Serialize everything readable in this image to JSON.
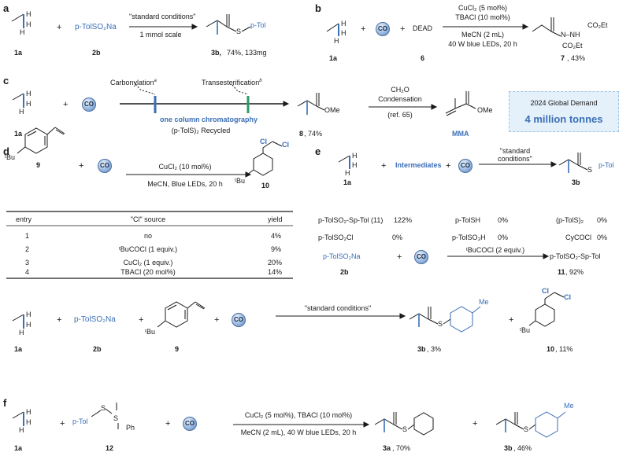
{
  "panels": {
    "a": {
      "label": "a",
      "methyl": "1a",
      "reagent": "p-TolSO₂Na",
      "reagent_id": "2b",
      "arrow_top": "\"standard conditions\"",
      "arrow_bottom": "1 mmol scale",
      "product_group": "S",
      "product_tol": "p-Tol",
      "product_id": "3b,",
      "product_yield": "74%, 133mg"
    },
    "b": {
      "label": "b",
      "methyl": "1a",
      "co": "CO",
      "reagent": "DEAD",
      "reagent_id": "6",
      "cond1": "CuCl₂ (5 mol%)",
      "cond2": "TBACl (10 mol%)",
      "cond3": "MeCN (2 mL)",
      "cond4": "40 W blue LEDs, 20 h",
      "nn": "N–NH",
      "co2et_1": "CO₂Et",
      "co2et_2": "CO₂Et",
      "product_id": "7",
      "product_yield": ", 43%"
    },
    "c": {
      "label": "c",
      "methyl": "1a",
      "co": "CO",
      "step1": "Carbonylation",
      "step1_sup": "a",
      "step2": "Transesterification",
      "step2_sup": "b",
      "chrom": "one column chromatography",
      "recycled": "(p-TolS)₂  Recycled",
      "ester_ome": "OMe",
      "ester_id": "8",
      "ester_yield": ", 74%",
      "cond_top1": "CH₂O",
      "cond_top2": "Condensation",
      "ref": "(ref. 65)",
      "mma_ome": "OMe",
      "mma": "MMA",
      "demand_line1": "2024 Global Demand",
      "demand_line2": "4 million tonnes"
    },
    "d": {
      "label": "d",
      "tbu": "ᵗBu",
      "sty_id": "9",
      "co": "CO",
      "cond1": "CuCl₂ (10 mol%)",
      "cond2": "MeCN, Blue LEDs, 20 h",
      "cl1": "Cl",
      "cl2": "Cl",
      "prod_tbu": "ᵗBu",
      "prod_id": "10"
    },
    "table": {
      "headers": [
        "entry",
        "\"Cl\" source",
        "yield"
      ],
      "rows": [
        {
          "entry": "1",
          "source": "no",
          "yield": "4%"
        },
        {
          "entry": "2",
          "source": "ᵗBuCOCl (1 equiv.)",
          "yield": "9%"
        },
        {
          "entry": "3",
          "source": "CuCl₂ (1 equiv.)",
          "yield": "20%"
        },
        {
          "entry": "4",
          "source": "TBACl (20 mol%)",
          "yield": "14%"
        }
      ]
    },
    "e": {
      "label": "e",
      "methyl": "1a",
      "intermediates": "Intermediates",
      "co": "CO",
      "arrow_top1": "\"standard",
      "arrow_top2": "conditions\"",
      "product_s": "S",
      "product_tol": "p-Tol",
      "product_id": "3b",
      "list": [
        {
          "name": "p-TolSO₂-Sp-Tol (11)",
          "yield": "122%"
        },
        {
          "name": "p-TolSH",
          "yield": "0%"
        },
        {
          "name": "(p-TolS)₂",
          "yield": "0%"
        },
        {
          "name": "p-TolSO₂Cl",
          "yield": "0%"
        },
        {
          "name": "p-TolSO₃H",
          "yield": "0%"
        },
        {
          "name": "CyCOCl",
          "yield": "0%"
        }
      ],
      "sub_reagent": "p-TolSO₂Na",
      "sub_reagent_id": "2b",
      "sub_co": "CO",
      "sub_cond": "ᵗBuCOCl (2 equiv.)",
      "sub_product": "p-TolSO₂-Sp-Tol",
      "sub_product_id": "11",
      "sub_product_yield": ", 92%"
    },
    "g": {
      "methyl": "1a",
      "reagent": "p-TolSO₂Na",
      "reagent_id": "2b",
      "tbu": "ᵗBu",
      "sty_id": "9",
      "co": "CO",
      "arrow_top": "\"standard conditions\"",
      "p1_s": "S",
      "p1_me": "Me",
      "p1_id": "3b",
      "p1_yield": ", 3%",
      "p2_cl1": "Cl",
      "p2_cl2": "Cl",
      "p2_tbu": "ᵗBu",
      "p2_id": "10",
      "p2_yield": ", 11%"
    },
    "f": {
      "label": "f",
      "methyl": "1a",
      "reagent_tol": "p-Tol",
      "reagent_s": "S",
      "reagent_ph": "Ph",
      "reagent_id": "12",
      "co": "CO",
      "cond1": "CuCl₂ (5 mol%), TBACl (10 mol%)",
      "cond2": "MeCN (2 mL), 40 W blue LEDs, 20 h",
      "p1_s": "S",
      "p1_id": "3a",
      "p1_yield": ", 70%",
      "p2_s": "S",
      "p2_me": "Me",
      "p2_id": "3b",
      "p2_yield": ", 46%"
    }
  },
  "colors": {
    "accent": "#3b6fb6",
    "demand_bg": "#e4f0fa",
    "co_ball": "#7fa6d6"
  },
  "plus": "+",
  "atom_h": "H"
}
